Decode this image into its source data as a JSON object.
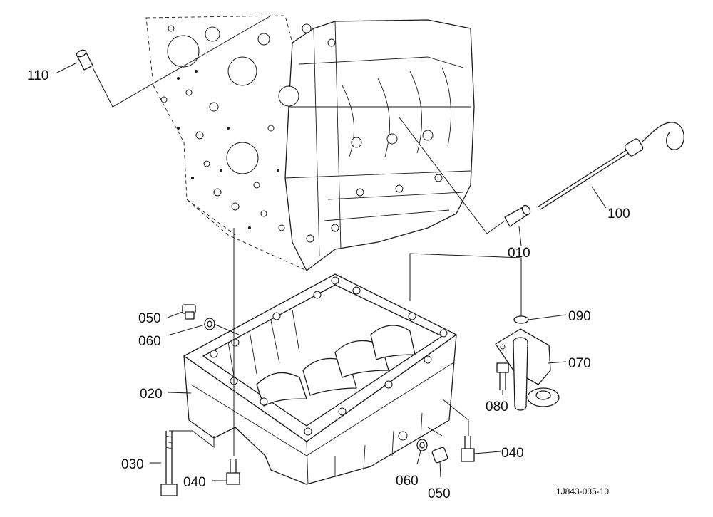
{
  "diagram": {
    "reference_code": "1J843-035-10",
    "callouts": {
      "c110": "110",
      "c100": "100",
      "c010": "010",
      "c090": "090",
      "c070": "070",
      "c080": "080",
      "c050_top": "050",
      "c060_top": "060",
      "c020": "020",
      "c030": "030",
      "c040_left": "040",
      "c040_right": "040",
      "c060_bottom": "060",
      "c050_bottom": "050"
    }
  }
}
